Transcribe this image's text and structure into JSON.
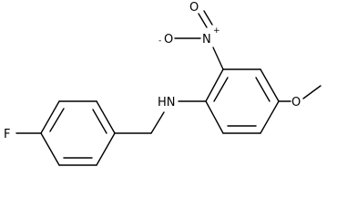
{
  "molecule": {
    "atoms": {
      "fluorine": "F",
      "amine": "HN",
      "nitro_nitrogen": "N",
      "nitro_nitrogen_charge": "+",
      "nitro_oxygen_anion": "O",
      "nitro_oxygen_anion_charge": "-",
      "nitro_oxygen_double": "O",
      "methoxy_oxygen": "O"
    }
  }
}
